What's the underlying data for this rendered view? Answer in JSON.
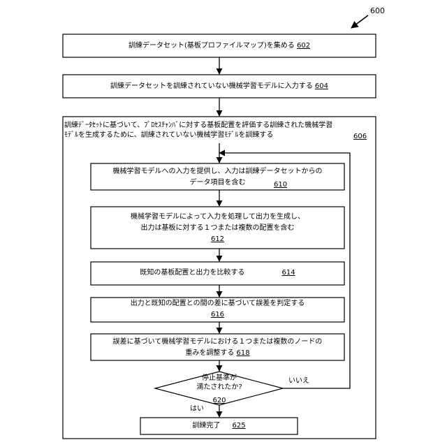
{
  "figure_number": "600",
  "steps": {
    "s602": {
      "text": "訓練データセット(基板プロファイルマップ)を集める",
      "ref": "602"
    },
    "s604": {
      "text": "訓練データセットを訓練されていない機械学習モデルに入力する",
      "ref": "604"
    },
    "s606": {
      "line1": "訓練ﾃﾞｰﾀｾｯﾄに基づいて、ﾌﾟﾛｾｽﾁｬﾝﾊﾞに対する基板配置を評価する訓練された機械学習",
      "line2": "ﾓﾃﾞﾙを生成するために、訓練されていない機械学習ﾓﾃﾞﾙを訓練する",
      "ref": "606"
    },
    "s610": {
      "line1": "機械学習モデルへの入力を提供し、入力は訓練データセットからの",
      "line2": "データ項目を含む",
      "ref": "610"
    },
    "s612": {
      "line1": "機械学習モデルによって入力を処理して出力を生成し、",
      "line2": "出力は基板に対する１つまたは複数の配置を含む",
      "ref": "612"
    },
    "s614": {
      "text": "既知の基板配置と出力を比較する",
      "ref": "614"
    },
    "s616": {
      "text": "出力と既知の配置との間の差に基づいて誤差を判定する",
      "ref": "616"
    },
    "s618": {
      "line1": "誤差に基づいて機械学習モデルにおける１つまたは複数のノードの",
      "line2": "重みを調整する",
      "ref": "618"
    },
    "s620": {
      "line1": "停止基準が",
      "line2": "満たされたか?",
      "ref": "620",
      "no_label": "いいえ",
      "yes_label": "はい"
    },
    "s625": {
      "text": "訓練完了",
      "ref": "625"
    }
  }
}
